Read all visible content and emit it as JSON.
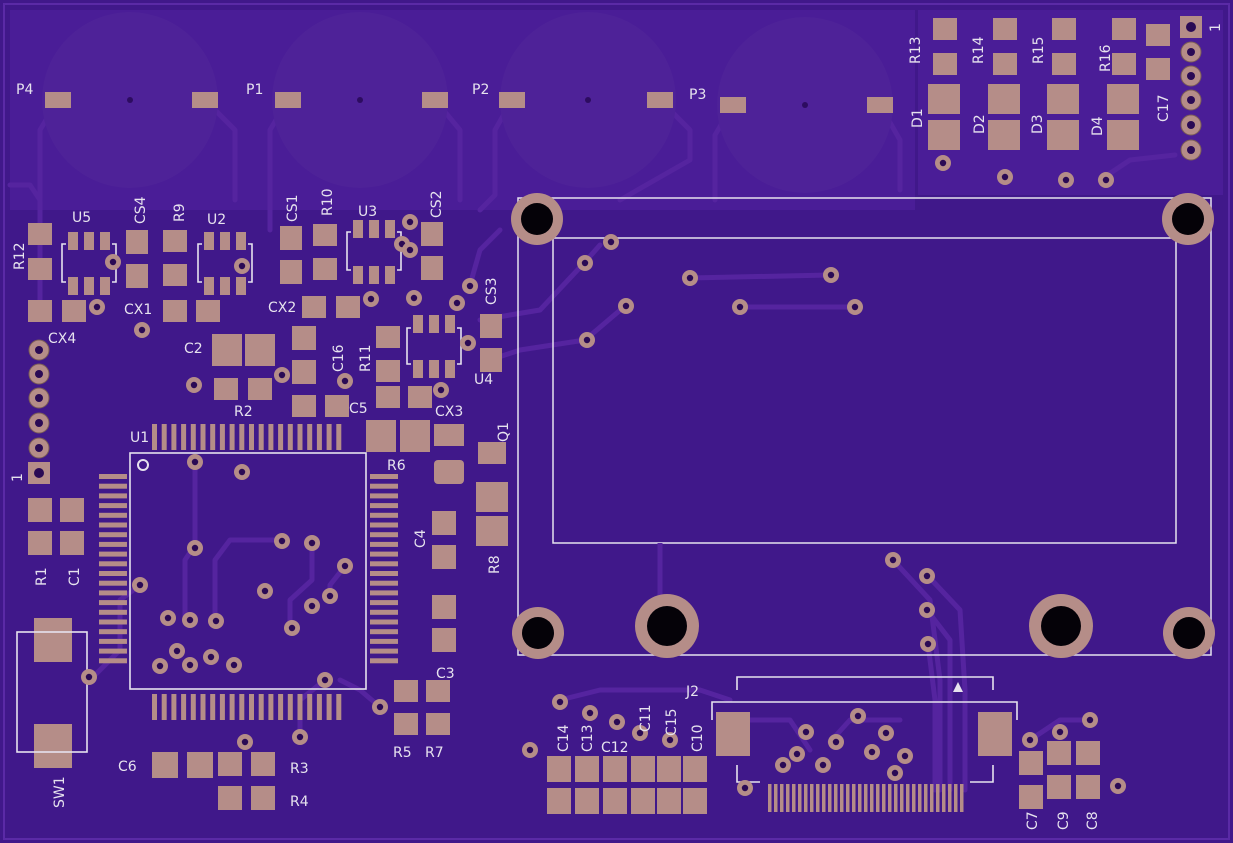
{
  "colors": {
    "board": "#40188a",
    "pour": "#4a1d97",
    "trace": "#55249f",
    "pad": "#b58d88",
    "silk": "#e6e2ee",
    "hole": "#050208",
    "annulus": "#b58d88"
  },
  "labels": {
    "P4": "P4",
    "P1": "P1",
    "P2": "P2",
    "P3": "P3",
    "R13": "R13",
    "R14": "R14",
    "R15": "R15",
    "R16": "R16",
    "C17": "C17",
    "D1": "D1",
    "D2": "D2",
    "D3": "D3",
    "D4": "D4",
    "R12": "R12",
    "U5": "U5",
    "CS4": "CS4",
    "R9": "R9",
    "U2": "U2",
    "CS1": "CS1",
    "R10": "R10",
    "U3": "U3",
    "CS2": "CS2",
    "CS3": "CS3",
    "CX1": "CX1",
    "CX2": "CX2",
    "CX4": "CX4",
    "CX3": "CX3",
    "C2": "C2",
    "C16": "C16",
    "R11": "R11",
    "U4": "U4",
    "R2": "R2",
    "C5": "C5",
    "U1": "U1",
    "R6": "R6",
    "Q1": "Q1",
    "C4": "C4",
    "R8": "R8",
    "R1": "R1",
    "C1": "C1",
    "SW1": "SW1",
    "C3": "C3",
    "R5": "R5",
    "R7": "R7",
    "C6": "C6",
    "R3": "R3",
    "R4": "R4",
    "C14": "C14",
    "C13": "C13",
    "C12": "C12",
    "C11": "C11",
    "C15": "C15",
    "C10": "C10",
    "J2": "J2",
    "C7": "C7",
    "C9": "C9",
    "C8": "C8",
    "pin1_left": "1",
    "pin1_right": "1"
  }
}
